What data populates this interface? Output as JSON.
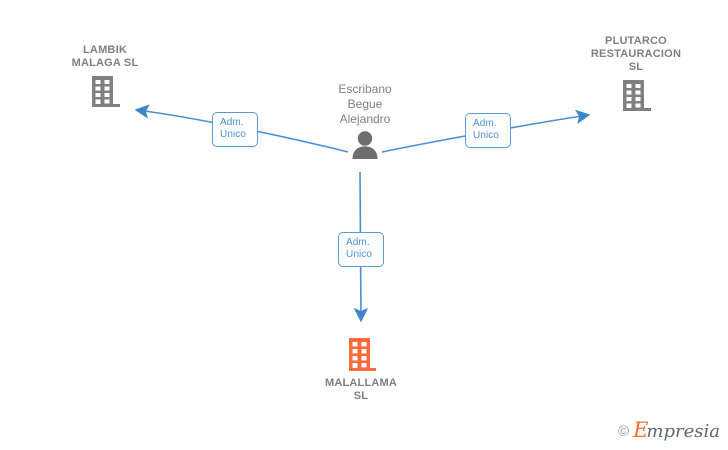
{
  "diagram": {
    "type": "relationship-graph",
    "background_color": "#ffffff",
    "colors": {
      "connector": "#4a90d9",
      "edge_label_text": "#4a90d9",
      "edge_label_border": "#5b9bd5",
      "company_gray": "#808080",
      "company_highlight": "#f96a3c",
      "label_text": "#808080"
    },
    "center": {
      "id": "person-center",
      "kind": "person",
      "name": "Escribano\nBegue\nAlejandro",
      "icon": "person-icon"
    },
    "nodes": [
      {
        "id": "company-lambik-malaga",
        "kind": "company",
        "name": "LAMBIK\nMALAGA  SL",
        "icon": "building-icon",
        "highlighted": false,
        "position": "top-left"
      },
      {
        "id": "company-plutarco-restauracion",
        "kind": "company",
        "name": "PLUTARCO\nRESTAURACION\nSL",
        "icon": "building-icon",
        "highlighted": false,
        "position": "top-right"
      },
      {
        "id": "company-malallama",
        "kind": "company",
        "name": "MALALLAMA\nSL",
        "icon": "building-icon",
        "highlighted": true,
        "position": "bottom-center"
      }
    ],
    "edges": [
      {
        "id": "edge-left",
        "from": "person-center",
        "to": "company-lambik-malaga",
        "label": "Adm.\nUnico",
        "direction": "to-target"
      },
      {
        "id": "edge-right",
        "from": "person-center",
        "to": "company-plutarco-restauracion",
        "label": "Adm.\nUnico",
        "direction": "to-target"
      },
      {
        "id": "edge-bottom",
        "from": "person-center",
        "to": "company-malallama",
        "label": "Adm.\nUnico",
        "direction": "to-target"
      }
    ]
  },
  "watermark": {
    "copyright": "©",
    "brand_initial": "E",
    "brand_rest": "mpresia"
  }
}
